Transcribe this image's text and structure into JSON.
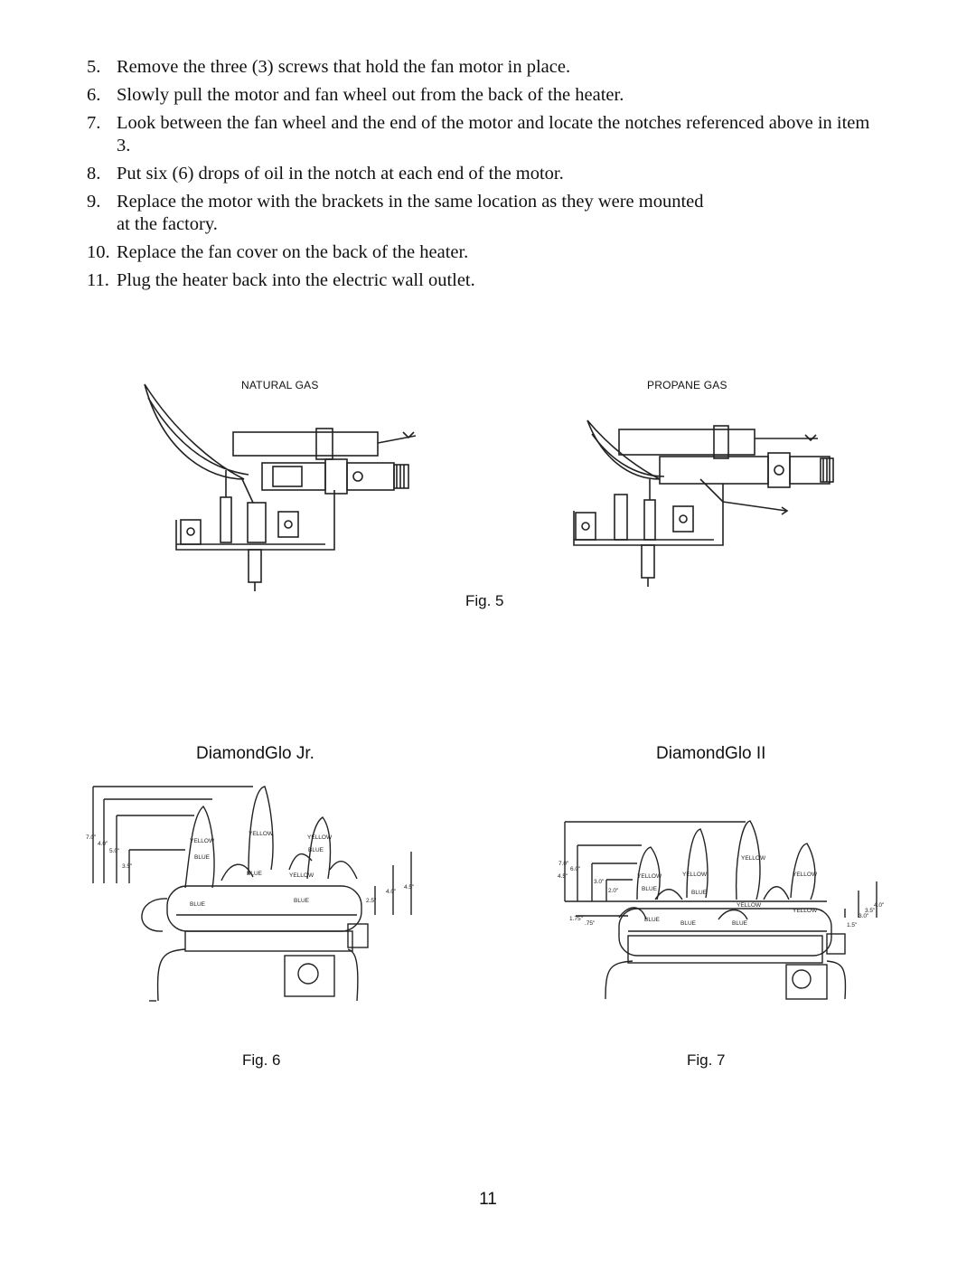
{
  "steps": [
    {
      "num": "5.",
      "text": "Remove the three (3) screws that hold the fan motor in place."
    },
    {
      "num": "6.",
      "text": "Slowly pull the motor and fan wheel out from the back of the heater."
    },
    {
      "num": "7.",
      "text": "Look between the fan wheel and the end of the motor and locate the  notches referenced above in item 3."
    },
    {
      "num": "8.",
      "text": "Put six (6) drops of oil in the notch at each end of the motor."
    },
    {
      "num": "9.",
      "text": "Replace the motor with the brackets in the same location as they were mounted at the factory."
    },
    {
      "num": "10.",
      "text": "Replace the fan cover on the back of the heater."
    },
    {
      "num": "11.",
      "text": "Plug the heater back into the electric wall outlet."
    }
  ],
  "fig5": {
    "caption": "Fig. 5",
    "natural_label": "NATURAL GAS",
    "propane_label": "PROPANE GAS"
  },
  "fig6": {
    "title": "DiamondGlo Jr.",
    "caption": "Fig. 6",
    "dims_left": [
      "7.0\"",
      "4.0\"",
      "5.0\"",
      "3.5\""
    ],
    "dims_right": [
      "4.5\"",
      "4.0\"",
      "2.5\""
    ],
    "flame_labels": [
      "YELLOW",
      "YELLOW",
      "YELLOW",
      "YELLOW",
      "BLUE",
      "BLUE",
      "BLUE",
      "BLUE",
      "BLUE"
    ]
  },
  "fig7": {
    "title": "DiamondGlo II",
    "caption": "Fig. 7",
    "dims_left": [
      "7.0\"",
      "6.0\"",
      "4.5\"",
      "3.0\"",
      "2.0\"",
      "1.75\"",
      ".75\""
    ],
    "dims_right": [
      "4.0\"",
      "3.5\"",
      "3.0\"",
      "1.5\""
    ],
    "flame_labels": [
      "YELLOW",
      "YELLOW",
      "YELLOW",
      "YELLOW",
      "YELLOW",
      "YELLOW",
      "BLUE",
      "BLUE",
      "BLUE",
      "BLUE",
      "BLUE"
    ]
  },
  "page_number": "11"
}
